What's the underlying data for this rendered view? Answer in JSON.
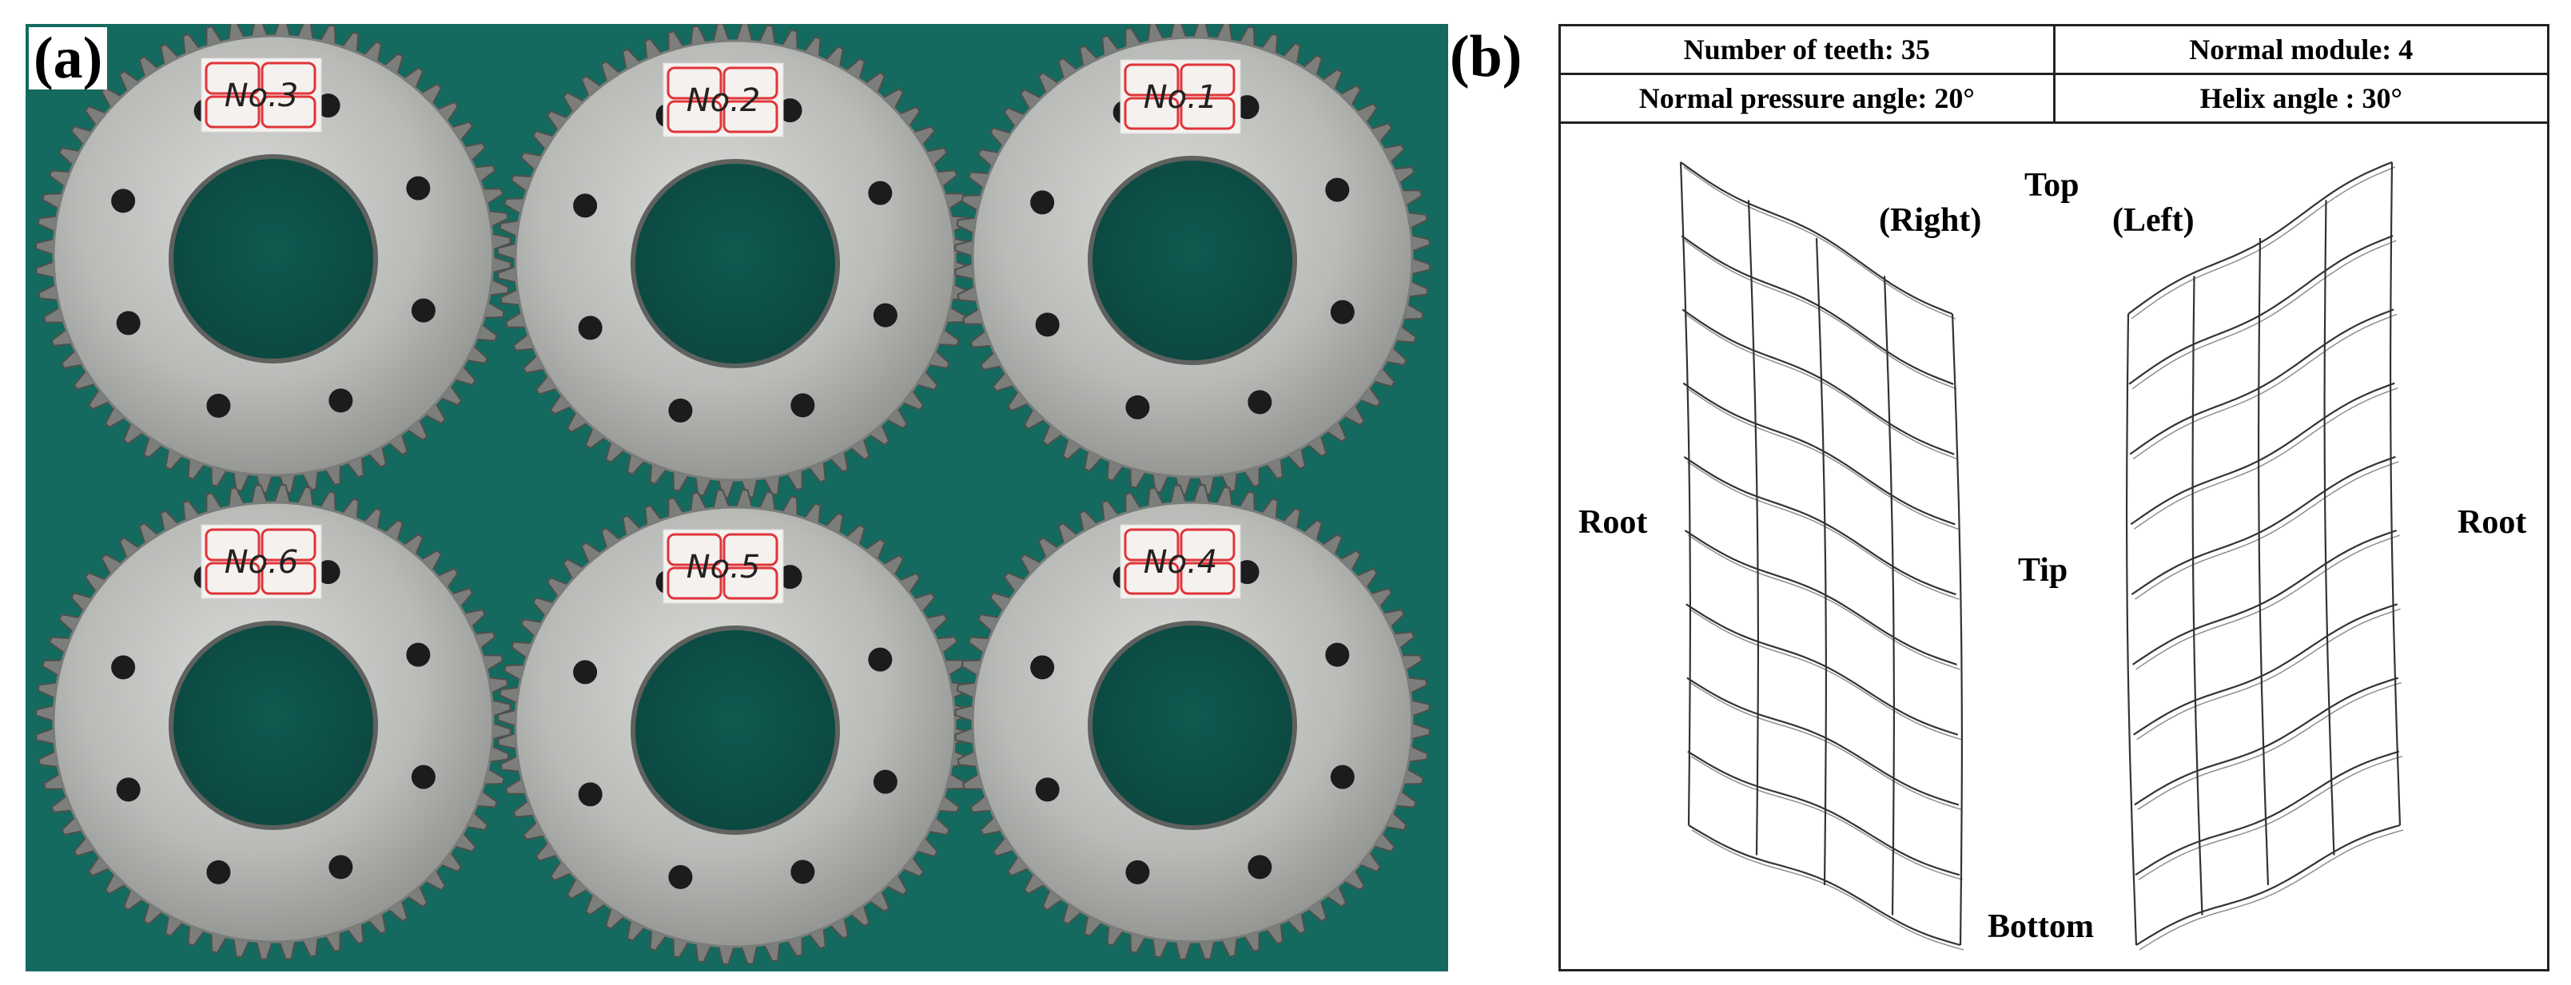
{
  "panel_a": {
    "label": "(a)",
    "gears": [
      {
        "tag": "No.3"
      },
      {
        "tag": "No.2"
      },
      {
        "tag": "No.1"
      },
      {
        "tag": "No.6"
      },
      {
        "tag": "No.5"
      },
      {
        "tag": "No.4"
      }
    ]
  },
  "panel_b": {
    "label": "(b)",
    "specs": {
      "teeth": "Number of teeth: 35",
      "module": "Normal module: 4",
      "pressure_angle": "Normal pressure angle: 20°",
      "helix_angle": "Helix angle : 30°"
    },
    "labels": {
      "top": "Top",
      "right": "(Right)",
      "left": "(Left)",
      "root_left": "Root",
      "root_right": "Root",
      "tip": "Tip",
      "bottom": "Bottom"
    }
  },
  "colors": {
    "background_mat": "#146a5e",
    "steel_light": "#c4c6c3",
    "steel_dark": "#7c7e7b",
    "tag_paper": "#f4f1ee",
    "tag_ink": "#e0353a"
  }
}
